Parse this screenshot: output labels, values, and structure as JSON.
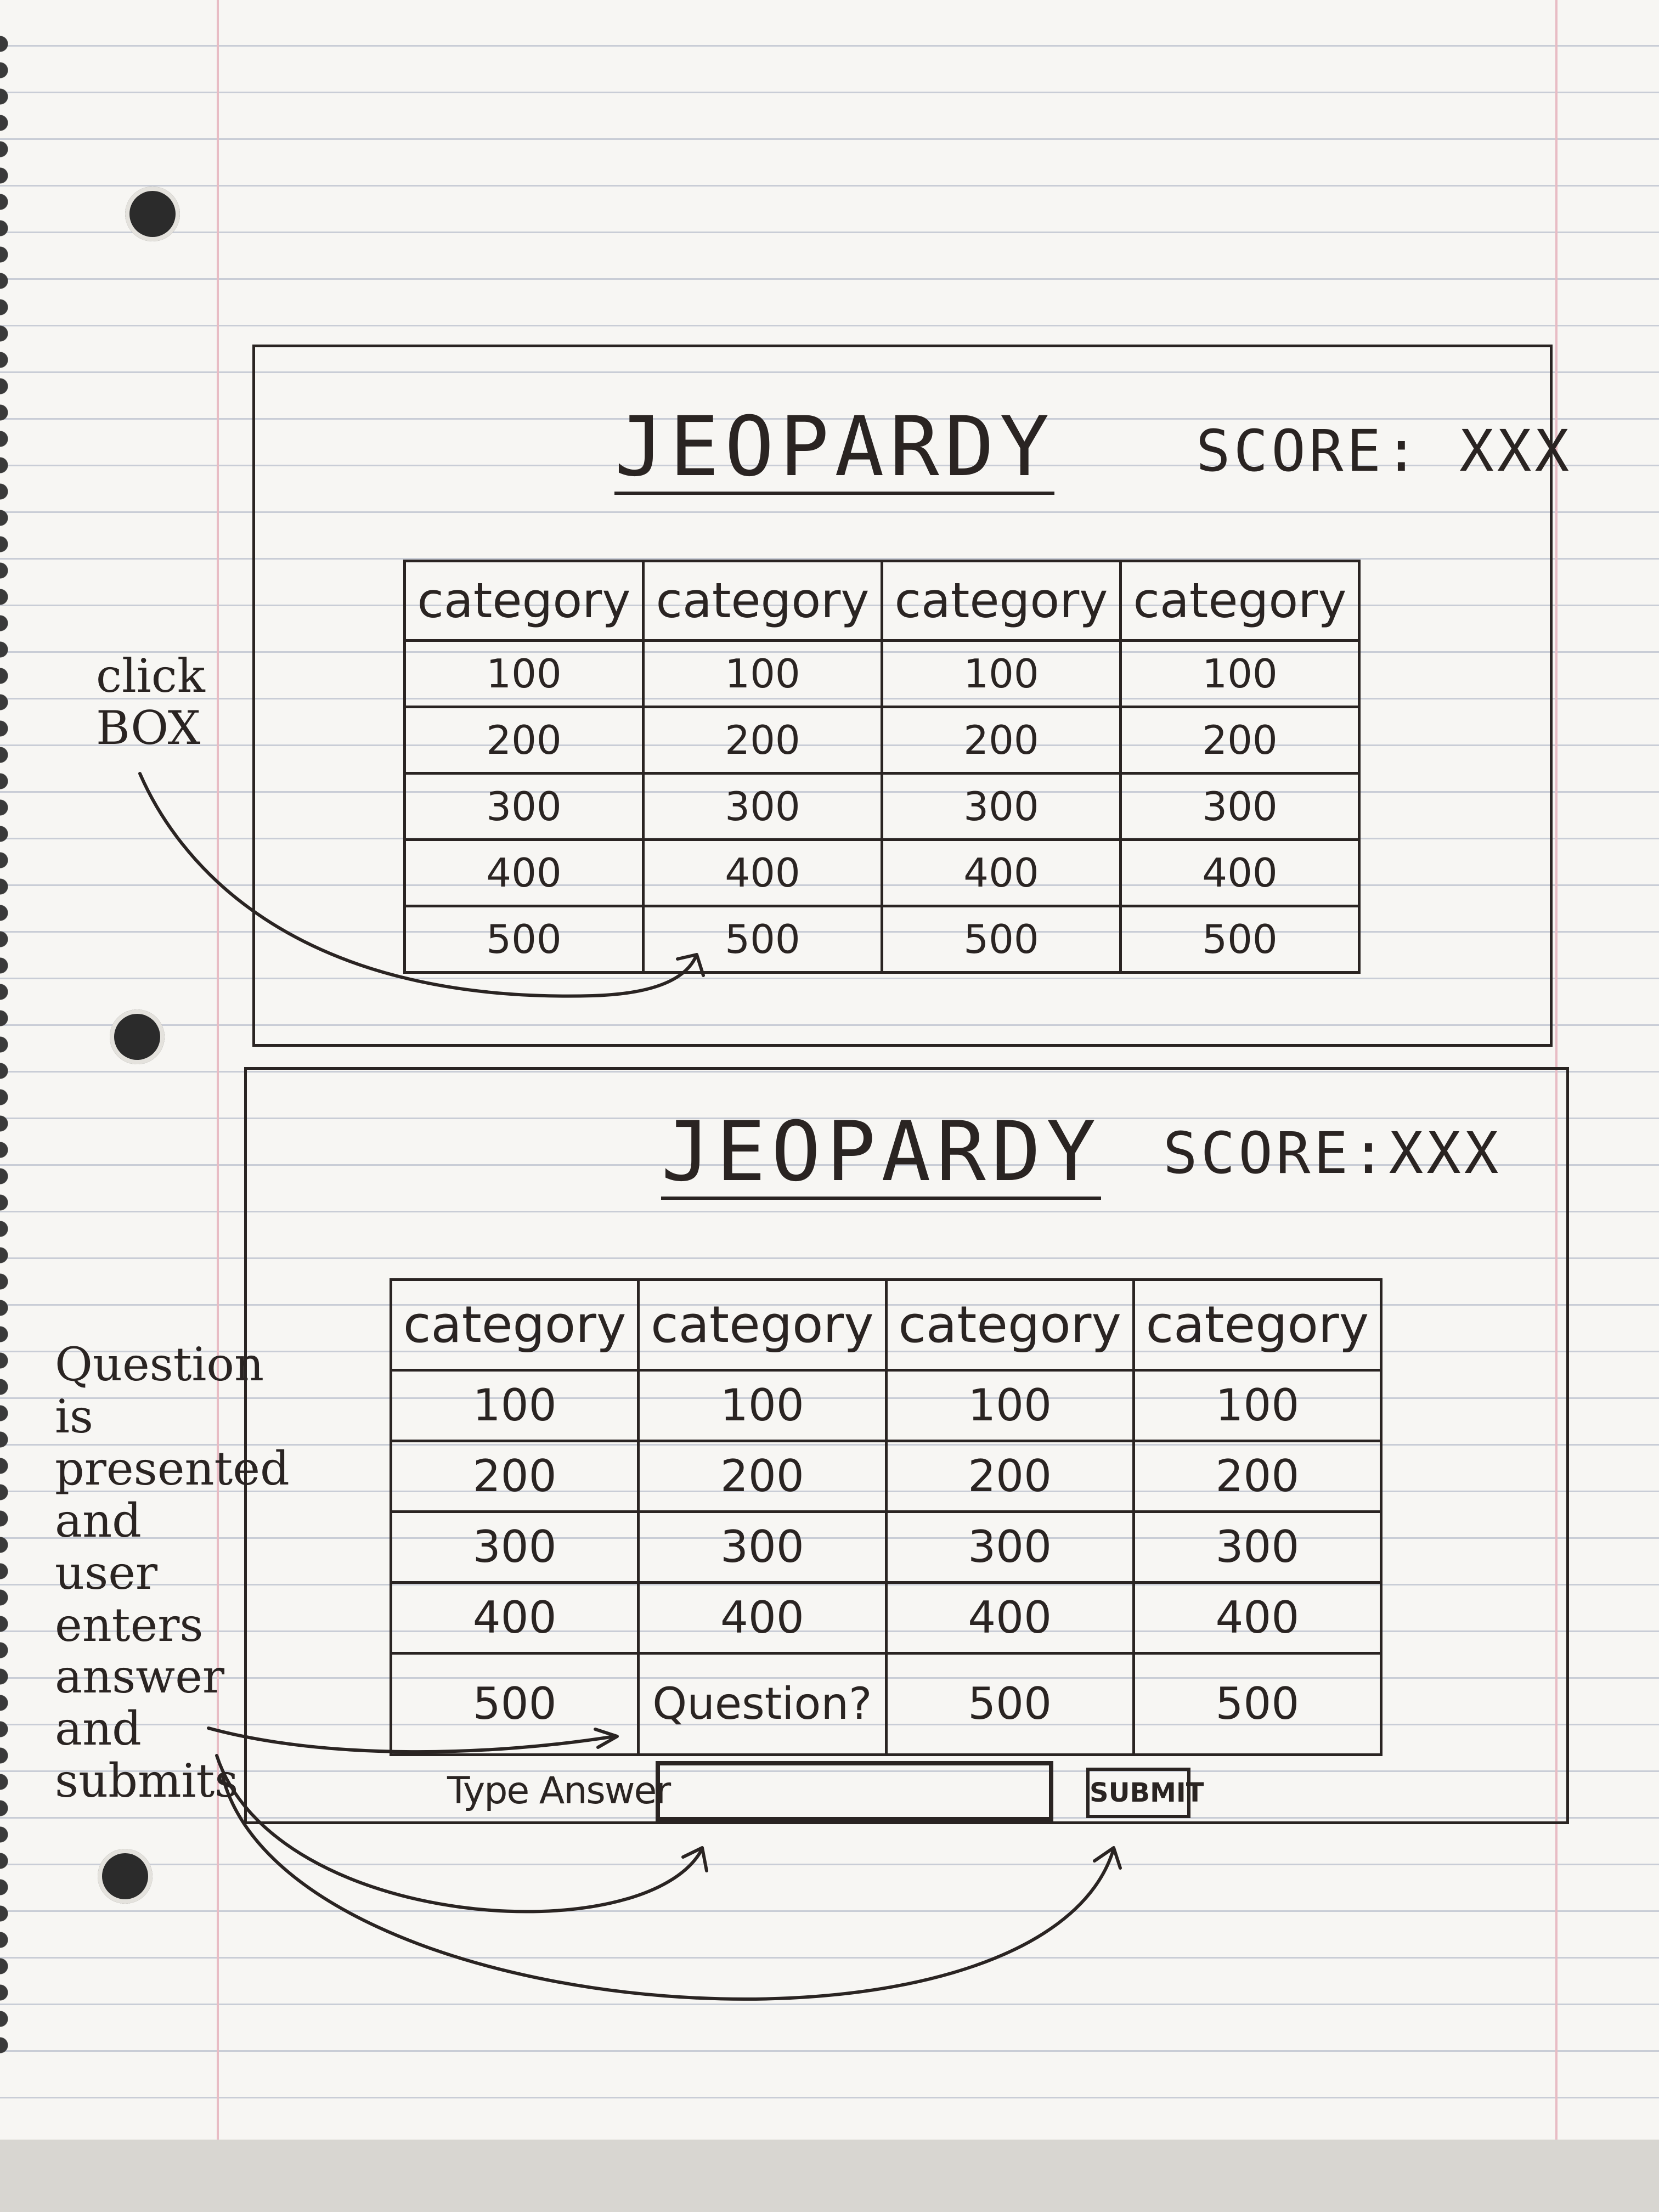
{
  "screen1": {
    "title": "JEOPARDY",
    "score": "SCORE: XXX",
    "categories": [
      "category",
      "category",
      "category",
      "category"
    ],
    "rows": [
      [
        "100",
        "100",
        "100",
        "100"
      ],
      [
        "200",
        "200",
        "200",
        "200"
      ],
      [
        "300",
        "300",
        "300",
        "300"
      ],
      [
        "400",
        "400",
        "400",
        "400"
      ],
      [
        "500",
        "500",
        "500",
        "500"
      ]
    ],
    "note": "click\nBOX"
  },
  "screen2": {
    "title": "JEOPARDY",
    "score": "SCORE:XXX",
    "categories": [
      "category",
      "category",
      "category",
      "category"
    ],
    "rows": [
      [
        "100",
        "100",
        "100",
        "100"
      ],
      [
        "200",
        "200",
        "200",
        "200"
      ],
      [
        "300",
        "300",
        "300",
        "300"
      ],
      [
        "400",
        "400",
        "400",
        "400"
      ],
      [
        "500",
        "Question?",
        "500",
        "500"
      ]
    ],
    "answer_label": "Type Answer",
    "submit_label": "SUBMIT",
    "note": "Question\nis\npresented\nand\nuser\nenters\nanswer\nand\nsubmits"
  },
  "colors": {
    "ink": "#2a2422",
    "paper": "#f7f6f3",
    "rule": "#c9cdd6",
    "margin": "#e8bcc4"
  }
}
